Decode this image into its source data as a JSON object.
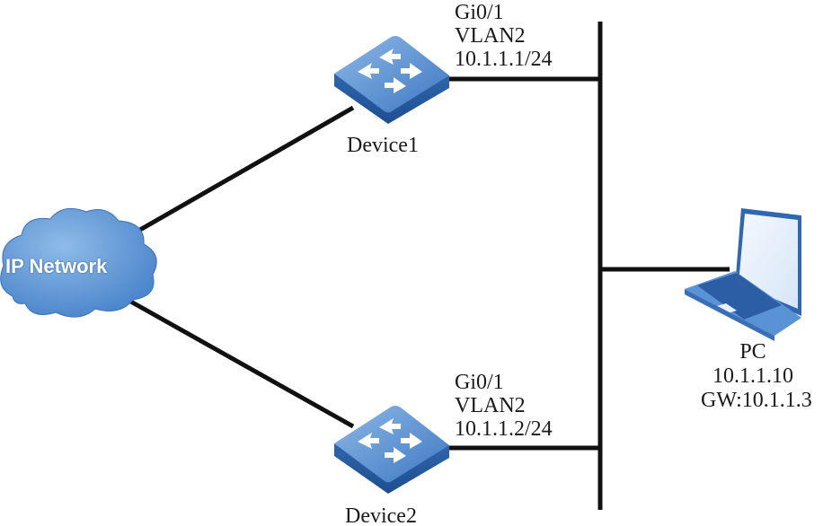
{
  "diagram": {
    "cloud": {
      "label": "IP Network",
      "icon": "cloud-icon"
    },
    "devices": [
      {
        "name": "Device1",
        "icon": "switch-icon",
        "interface": "Gi0/1",
        "vlan": "VLAN2",
        "ip": "10.1.1.1/24"
      },
      {
        "name": "Device2",
        "icon": "switch-icon",
        "interface": "Gi0/1",
        "vlan": "VLAN2",
        "ip": "10.1.1.2/24"
      }
    ],
    "pc": {
      "name": "PC",
      "icon": "laptop-icon",
      "ip": "10.1.1.10",
      "gateway": "GW:10.1.1.3"
    },
    "colors": {
      "link": "#111111",
      "device_blue": "#3b78c4",
      "device_top": "#6a9fd8",
      "cloud_blue": "#4a86cc"
    }
  }
}
